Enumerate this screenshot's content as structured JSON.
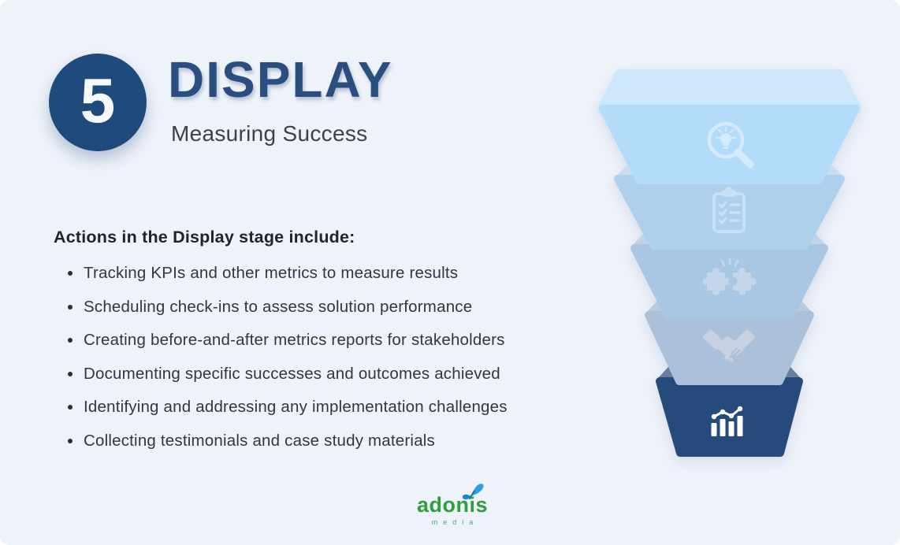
{
  "page": {
    "background": "#eef2f9"
  },
  "header": {
    "step_number": "5",
    "step_circle_color": "#1f4a7c",
    "title": "DISPLAY",
    "title_color": "#2b4e80",
    "subtitle": "Measuring Success",
    "subtitle_color": "#3d4249"
  },
  "content": {
    "heading": "Actions in the Display stage include:",
    "bullets": [
      "Tracking KPIs and other metrics to measure results",
      "Scheduling check-ins to assess solution performance",
      "Creating before-and-after metrics reports for stakeholders",
      "Documenting specific successes and outcomes achieved",
      "Identifying and addressing any implementation challenges",
      "Collecting testimonials and case study materials"
    ]
  },
  "funnel": {
    "segments": [
      {
        "stage": 1,
        "icon": "search-insight-icon",
        "lip_color": "#cde7fc",
        "body_color": "#b3dbfa",
        "icon_color": "#d6eafd"
      },
      {
        "stage": 2,
        "icon": "checklist-clipboard-icon",
        "lip_color": "#c9dcf0",
        "body_color": "#aed0ed",
        "icon_color": "#cadff4"
      },
      {
        "stage": 3,
        "icon": "puzzle-fit-icon",
        "lip_color": "#c2d2e6",
        "body_color": "#a9c6e2",
        "icon_color": "#c5d6ea"
      },
      {
        "stage": 4,
        "icon": "handshake-icon",
        "lip_color": "#bac9dc",
        "body_color": "#abc1d9",
        "icon_color": "#c6d2e1"
      },
      {
        "stage": 5,
        "icon": "bar-chart-growth-icon",
        "lip_color": "#697e9f",
        "body_color": "#264a7c",
        "icon_color": "#ffffff"
      }
    ]
  },
  "footer": {
    "brand": "adonis",
    "brand_sub": "media",
    "brand_color": "#2f9e3c",
    "brand_sub_color": "#45a3ad",
    "butterfly_color": "#2aa0e2"
  }
}
